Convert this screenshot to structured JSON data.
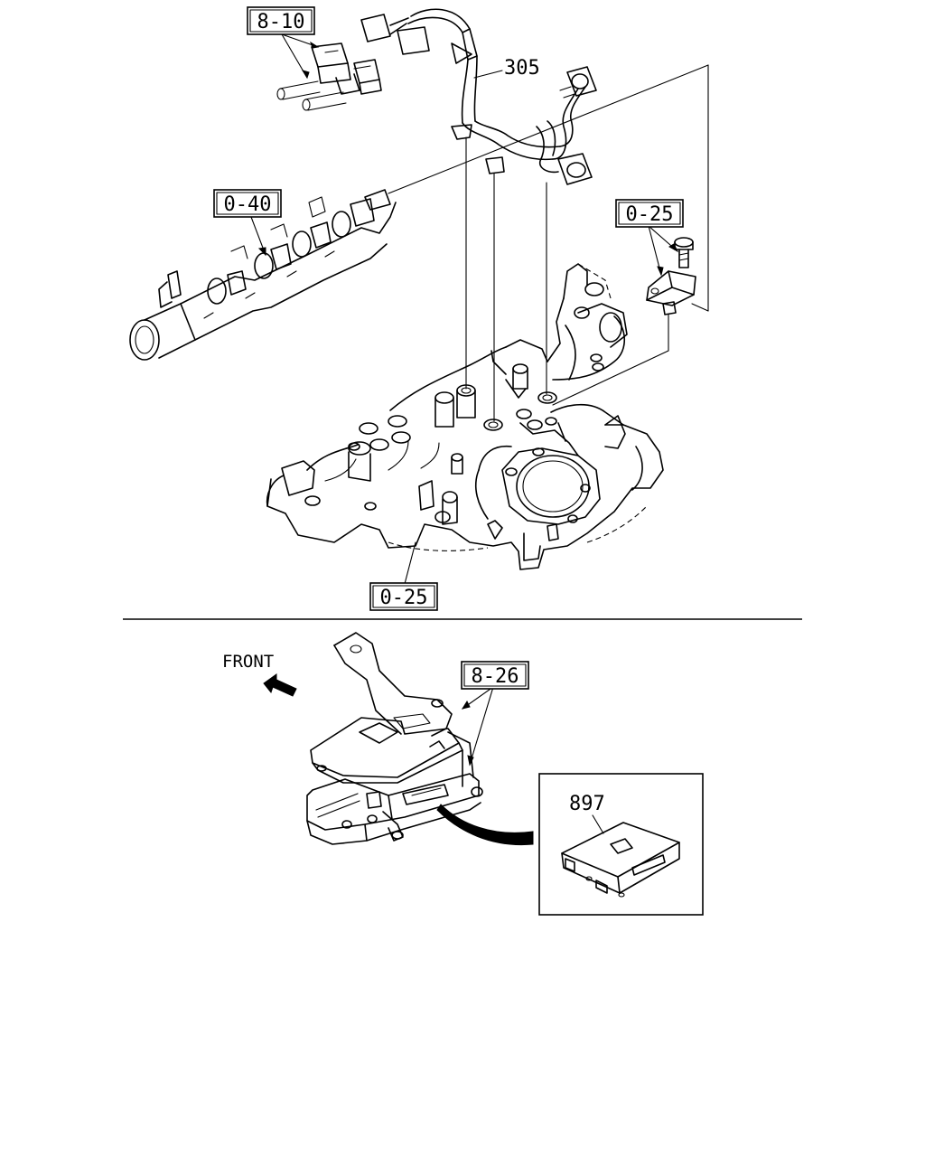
{
  "upper_figure": {
    "refs": {
      "ref_8_10": "8-10",
      "ref_0_40": "0-40",
      "ref_0_25_sensor": "0-25",
      "ref_0_25_manifold": "0-25"
    },
    "part_numbers": {
      "harness": "305"
    }
  },
  "lower_figure": {
    "front_label": "FRONT",
    "refs": {
      "ref_8_26": "8-26"
    },
    "part_numbers": {
      "control_unit": "897"
    }
  },
  "colors": {
    "line": "#000000",
    "background": "#ffffff"
  }
}
